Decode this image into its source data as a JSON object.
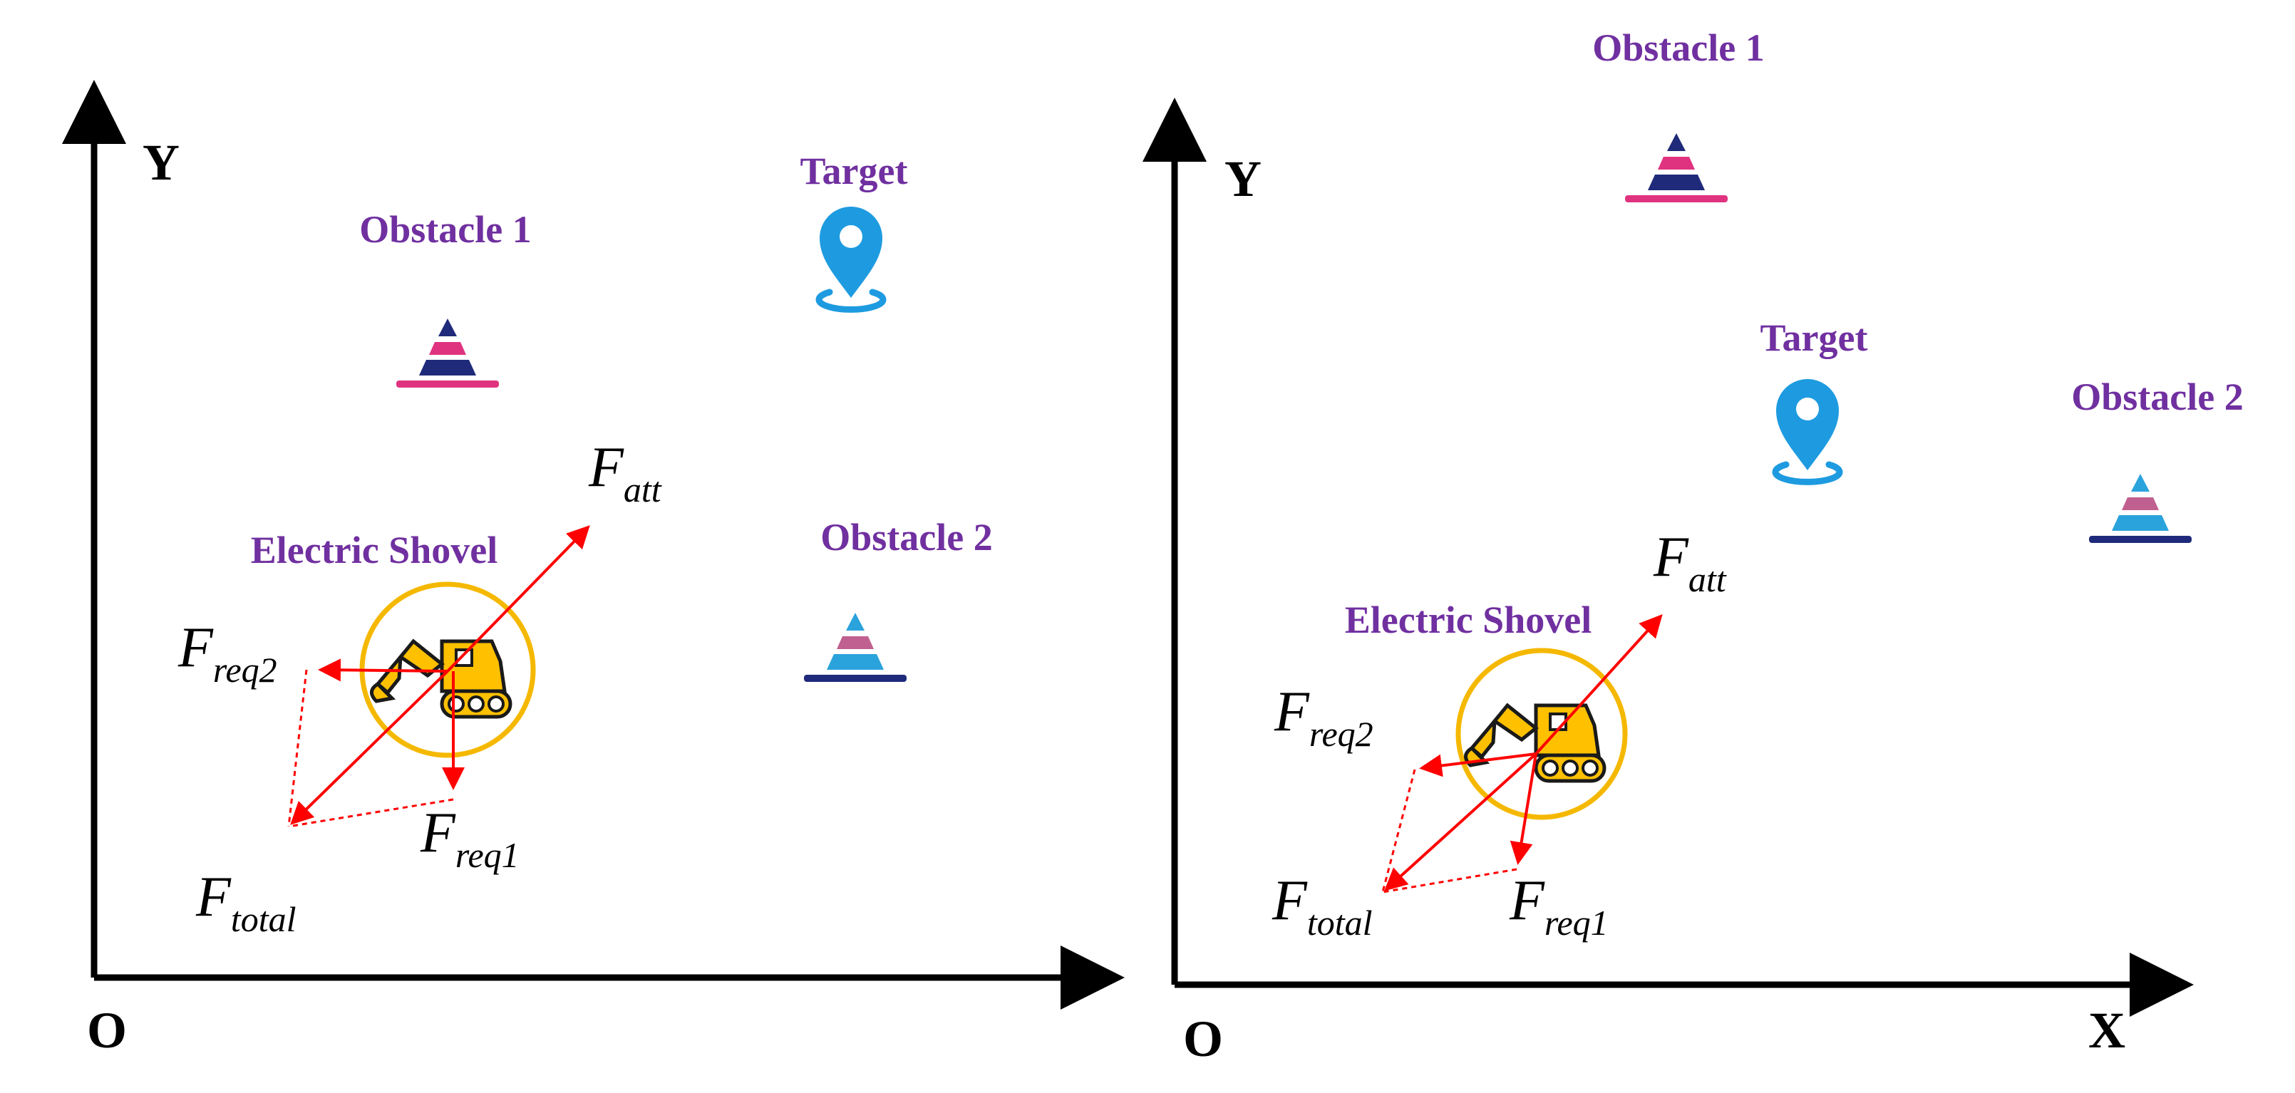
{
  "colors": {
    "label": "#7030a0",
    "force": "#ff0000",
    "axis": "#000000",
    "shovel_ring": "#f5b800",
    "shovel_body": "#ffc000",
    "target_pin": "#1e9be0",
    "cone_navy": "#1f2a7a",
    "cone_magenta": "#e0337f",
    "cone_pink": "#c06090",
    "cone_blue": "#2aa3dc"
  },
  "left": {
    "axis_y": "Y",
    "origin": "O",
    "target": "Target",
    "obstacle1": "Obstacle 1",
    "obstacle2": "Obstacle 2",
    "shovel": "Electric Shovel",
    "f_att": {
      "main": "F",
      "sub": "att"
    },
    "f_req1": {
      "main": "F",
      "sub": "req1"
    },
    "f_req2": {
      "main": "F",
      "sub": "req2"
    },
    "f_total": {
      "main": "F",
      "sub": "total"
    }
  },
  "right": {
    "axis_y": "Y",
    "axis_x": "X",
    "origin": "O",
    "target": "Target",
    "obstacle1": "Obstacle 1",
    "obstacle2": "Obstacle 2",
    "shovel": "Electric Shovel",
    "f_att": {
      "main": "F",
      "sub": "att"
    },
    "f_req1": {
      "main": "F",
      "sub": "req1"
    },
    "f_req2": {
      "main": "F",
      "sub": "req2"
    },
    "f_total": {
      "main": "F",
      "sub": "total"
    }
  },
  "icons": [
    "target-pin-icon",
    "obstacle-cone-icon",
    "electric-shovel-icon"
  ]
}
